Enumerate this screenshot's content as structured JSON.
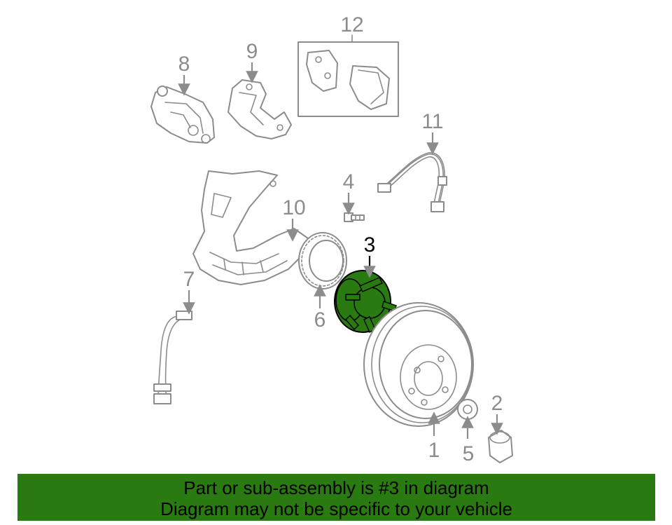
{
  "callouts": {
    "c1": "1",
    "c2": "2",
    "c3": "3",
    "c4": "4",
    "c5": "5",
    "c6": "6",
    "c7": "7",
    "c8": "8",
    "c9": "9",
    "c10": "10",
    "c11": "11",
    "c12": "12"
  },
  "highlighted_part": "3",
  "colors": {
    "line": "#8c8c8c",
    "highlight_fill": "#2a7a12",
    "highlight_label": "#000000",
    "banner": "#2a7a12"
  },
  "banner": {
    "line1": "Part or sub-assembly is #3 in diagram",
    "line2": "Diagram may not be specific to your vehicle"
  }
}
